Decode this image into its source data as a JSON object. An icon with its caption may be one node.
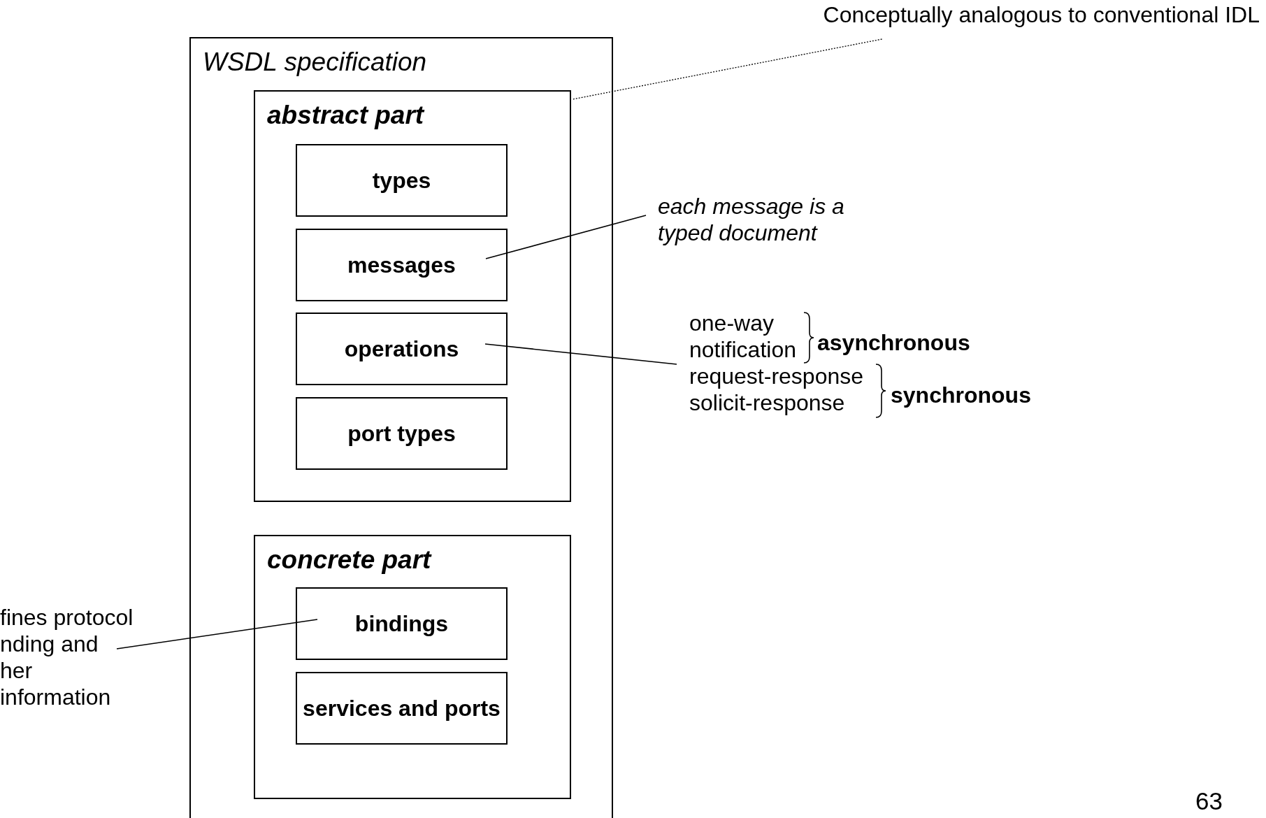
{
  "diagram": {
    "nodes": [
      {
        "text": [
          "Conceptually analogous to conventional IDL"
        ]
      },
      {
        "text": [
          "WSDL specification"
        ]
      },
      {
        "text": [
          "abstract part"
        ],
        "in": 1
      },
      {
        "text": [
          "types"
        ],
        "in": 2
      },
      {
        "text": [
          "messages"
        ],
        "in": 2
      },
      {
        "text": [
          "operations"
        ],
        "in": 2
      },
      {
        "text": [
          "port types"
        ],
        "in": 2
      },
      {
        "text": [
          "each message is a typed document"
        ]
      },
      {
        "text": [
          "one-way",
          "notification",
          "request-response",
          "solicit-response"
        ]
      },
      {
        "text": [
          "concrete part"
        ],
        "in": 1
      },
      {
        "text": [
          "bindings"
        ],
        "in": 9
      },
      {
        "text": [
          "services and ports"
        ],
        "in": 9
      },
      {
        "text": [
          "fines protocol nding and her information"
        ]
      }
    ],
    "edges": [
      {
        "from": 0,
        "to": 2,
        "arrow": "none",
        "style": "dashed"
      },
      {
        "from": 7,
        "to": 4,
        "arrow": "none"
      },
      {
        "from": 8,
        "to": 5,
        "arrow": "none"
      },
      {
        "from": 12,
        "to": 10,
        "arrow": "none"
      }
    ],
    "labels": [
      "asynchronous",
      "synchronous",
      "63"
    ]
  }
}
